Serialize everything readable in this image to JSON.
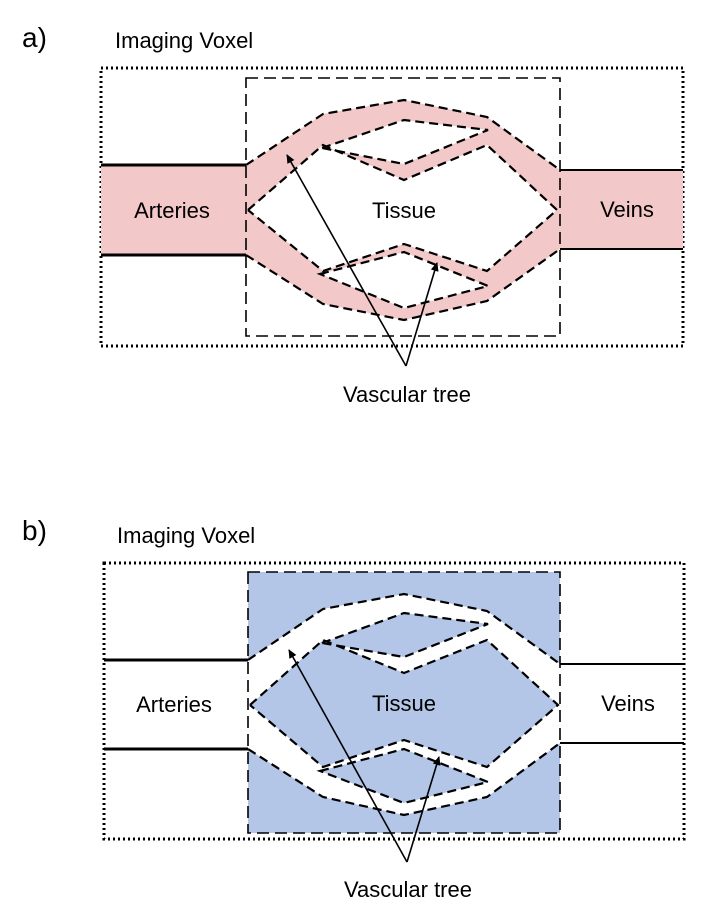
{
  "colors": {
    "red_fill": "#f2c8c8",
    "blue_fill": "#b3c6e7",
    "stroke": "#000000",
    "background": "#ffffff"
  },
  "panels": [
    {
      "letter": "a)",
      "title": "Imaging Voxel",
      "arteries_label": "Arteries",
      "tissue_label": "Tissue",
      "veins_label": "Veins",
      "vascular_label": "Vascular tree",
      "vessels_filled": true,
      "tissue_filled": false
    },
    {
      "letter": "b)",
      "title": "Imaging Voxel",
      "arteries_label": "Arteries",
      "tissue_label": "Tissue",
      "veins_label": "Veins",
      "vascular_label": "Vascular tree",
      "vessels_filled": false,
      "tissue_filled": true
    }
  ]
}
